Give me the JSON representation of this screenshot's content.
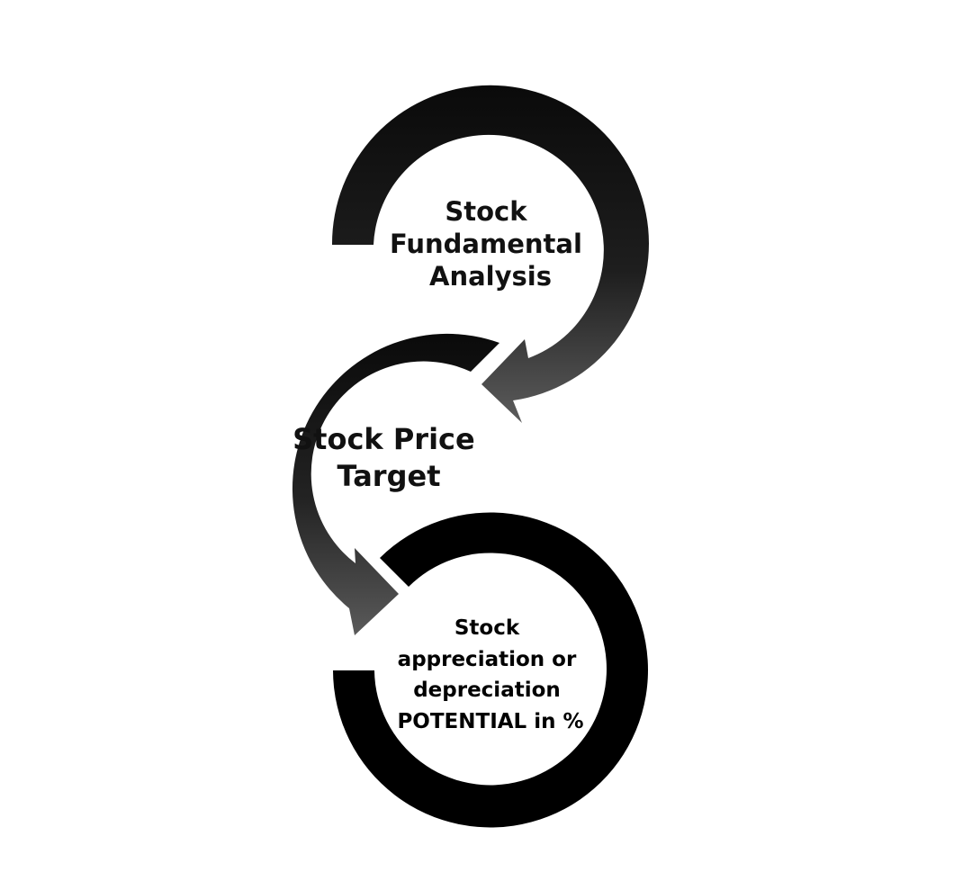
{
  "diagram": {
    "steps": [
      {
        "id": "fundamental-analysis",
        "lines": [
          "Stock",
          "Fundamental",
          "Analysis"
        ]
      },
      {
        "id": "price-target",
        "lines": [
          "Stock Price",
          "Target"
        ]
      },
      {
        "id": "potential",
        "lines": [
          "Stock",
          "appreciation or",
          "depreciation",
          "POTENTIAL in %"
        ]
      }
    ],
    "colors": {
      "background": "#ffffff",
      "arrow_dark": "#0a0a0a",
      "arrow_light": "#5a5a5a",
      "ring": "#000000",
      "text": "#111111"
    }
  }
}
